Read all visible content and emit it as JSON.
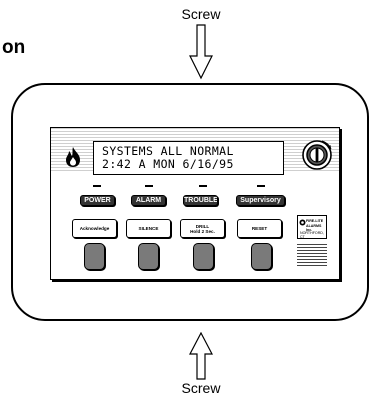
{
  "labels": {
    "top_screw": "Screw",
    "bottom_screw": "Screw",
    "heading_fragment": "on"
  },
  "display": {
    "line1": "SYSTEMS ALL NORMAL",
    "line2": "2:42 A MON 6/16/95"
  },
  "status_indicators": [
    {
      "label": "POWER"
    },
    {
      "label": "ALARM"
    },
    {
      "label": "TROUBLE"
    },
    {
      "label": "Supervisory"
    }
  ],
  "control_buttons": [
    {
      "label": "Acknowledge"
    },
    {
      "label": "SILENCE"
    },
    {
      "label": "DRILL\nHold 2 Sec."
    },
    {
      "label": "RESET"
    }
  ],
  "logo": {
    "line1": "FIRE-LITE",
    "line2": "ALARMS Inc.",
    "line3": "NORTHFORD, CT"
  },
  "icons": {
    "flame": "flame-icon",
    "keyswitch": "keyswitch-icon",
    "arrow_top": "arrow-down-icon",
    "arrow_bottom": "arrow-up-icon"
  }
}
